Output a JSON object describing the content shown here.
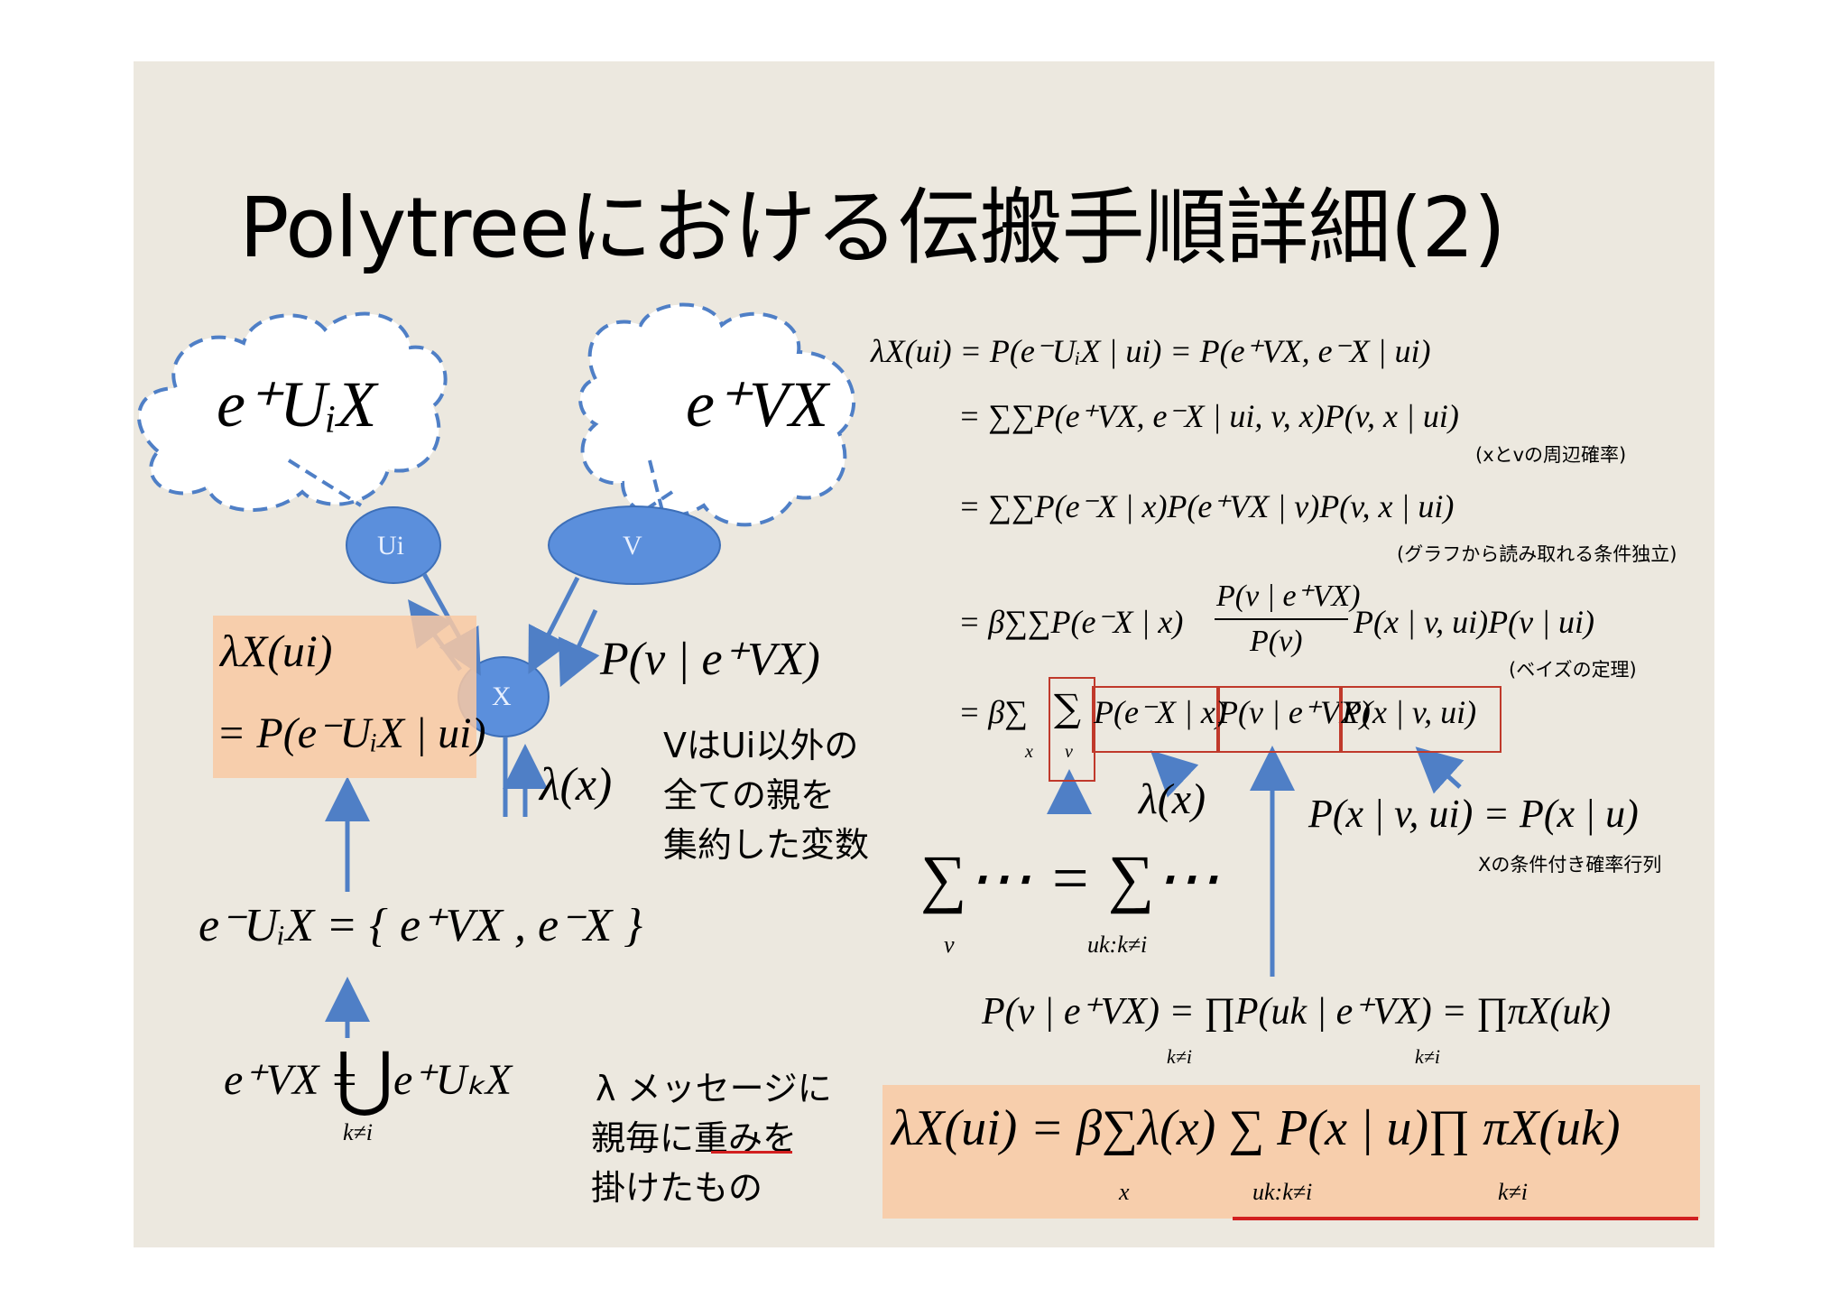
{
  "title": "Polytreeにおける伝搬手順詳細(2)",
  "nodes": {
    "ui": "Ui",
    "v": "V",
    "x": "X"
  },
  "cloud_labels": {
    "left": "e⁺UᵢX",
    "right": "e⁺VX"
  },
  "left_box": {
    "line1": "λX(ui)",
    "line2": "= P(e⁻UᵢX | ui)"
  },
  "p_v_label": "P(v | e⁺VX)",
  "lambda_x": "λ(x)",
  "v_note": [
    "VはUi以外の",
    "全ての親を",
    "集約した変数"
  ],
  "e_minus_eq": "e⁻UᵢX = { e⁺VX , e⁻X }",
  "e_plus_eq": {
    "lhs": "e⁺VX =",
    "union": "⋃",
    "sub": "k≠i",
    "rhs": "e⁺UₖX"
  },
  "weight_note": [
    "λ メッセージに",
    "親毎に重みを",
    "掛けたもの"
  ],
  "derivation": {
    "line1": "λX(ui) = P(e⁻UᵢX | ui) = P(e⁺VX, e⁻X | ui)",
    "line2": "= ∑∑P(e⁺VX, e⁻X | ui, v, x)P(v, x | ui)",
    "note2": "(xとvの周辺確率)",
    "line3": "= ∑∑P(e⁻X | x)P(e⁺VX | v)P(v, x | ui)",
    "note3": "(グラフから読み取れる条件独立)",
    "line4a": "= β∑∑P(e⁻X | x)",
    "line4num": "P(v | e⁺VX)",
    "line4den": "P(v)",
    "line4b": "P(x | v, ui)P(v | ui)",
    "note4": "(ベイズの定理)",
    "line5a": "= β∑",
    "line5sum": "∑",
    "line5t1": "P(e⁻X | x)",
    "line5t2": "P(v | e⁺VX)",
    "line5t3": "P(x | v, ui)",
    "sum_x": "x",
    "sum_v": "v"
  },
  "lambda_label2": "λ(x)",
  "cond_eq": "P(x | v, ui) = P(x | u)",
  "cond_note": "Xの条件付き確率行列",
  "sum_eq": {
    "lhs": "∑⋯ = ∑⋯",
    "sub_lhs": "v",
    "sub_rhs": "uk:k≠i"
  },
  "prod_eq": {
    "text": "P(v | e⁺VX) = ∏P(uk | e⁺VX) = ∏πX(uk)",
    "sub1": "k≠i",
    "sub2": "k≠i"
  },
  "final_eq": {
    "text": "λX(ui) = β∑λ(x) ∑ P(x | u)∏ πX(uk)",
    "sub_x": "x",
    "sub_uk": "uk:k≠i",
    "sub_k": "k≠i"
  },
  "colors": {
    "slide_bg": "#ece8df",
    "orange": "#f9c9a3",
    "node": "#5b8fdc",
    "arrow": "#4f7fc6",
    "red": "#d21f1f"
  }
}
